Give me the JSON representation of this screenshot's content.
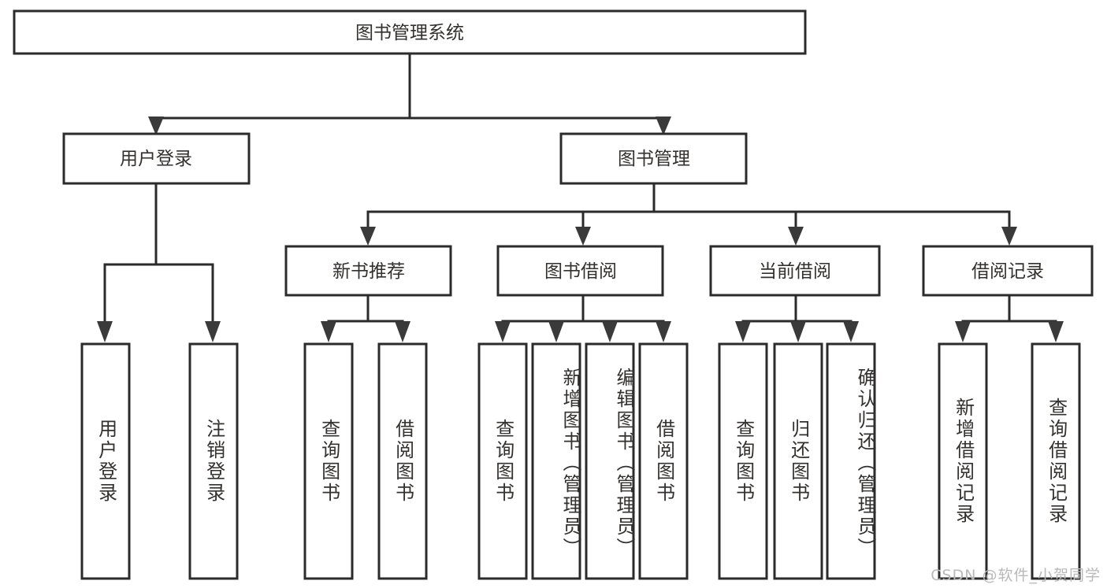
{
  "diagram": {
    "type": "tree-hierarchy-chart",
    "title": "图书管理系统",
    "root": {
      "id": "root",
      "label": "图书管理系统",
      "orientation": "horizontal"
    },
    "level1": [
      {
        "id": "user-login",
        "label": "用户登录",
        "orientation": "horizontal"
      },
      {
        "id": "book-management",
        "label": "图书管理",
        "orientation": "horizontal"
      }
    ],
    "level2": [
      {
        "id": "new-book-recommend",
        "label": "新书推荐",
        "parent": "book-management",
        "orientation": "horizontal"
      },
      {
        "id": "book-borrow",
        "label": "图书借阅",
        "parent": "book-management",
        "orientation": "horizontal"
      },
      {
        "id": "current-borrow",
        "label": "当前借阅",
        "parent": "book-management",
        "orientation": "horizontal"
      },
      {
        "id": "borrow-record",
        "label": "借阅记录",
        "parent": "book-management",
        "orientation": "horizontal"
      }
    ],
    "leaves": [
      {
        "id": "leaf-user-login",
        "label": "用户登录",
        "parent": "user-login",
        "orientation": "vertical"
      },
      {
        "id": "leaf-logout-login",
        "label": "注销登录",
        "parent": "user-login",
        "orientation": "vertical"
      },
      {
        "id": "leaf-query-book-1",
        "label": "查询图书",
        "parent": "new-book-recommend",
        "orientation": "vertical"
      },
      {
        "id": "leaf-borrow-book-1",
        "label": "借阅图书",
        "parent": "new-book-recommend",
        "orientation": "vertical"
      },
      {
        "id": "leaf-query-book-2",
        "label": "查询图书",
        "parent": "book-borrow",
        "orientation": "vertical"
      },
      {
        "id": "leaf-add-book",
        "label": "新增图书（管理员）",
        "parent": "book-borrow",
        "orientation": "vertical"
      },
      {
        "id": "leaf-edit-book",
        "label": "编辑图书（管理员）",
        "parent": "book-borrow",
        "orientation": "vertical"
      },
      {
        "id": "leaf-borrow-book-2",
        "label": "借阅图书",
        "parent": "book-borrow",
        "orientation": "vertical"
      },
      {
        "id": "leaf-query-book-3",
        "label": "查询图书",
        "parent": "current-borrow",
        "orientation": "vertical"
      },
      {
        "id": "leaf-return-book",
        "label": "归还图书",
        "parent": "current-borrow",
        "orientation": "vertical"
      },
      {
        "id": "leaf-confirm-return",
        "label": "确认归还（管理员）",
        "parent": "current-borrow",
        "orientation": "vertical"
      },
      {
        "id": "leaf-add-record",
        "label": "新增借阅记录",
        "parent": "borrow-record",
        "orientation": "vertical"
      },
      {
        "id": "leaf-query-record",
        "label": "查询借阅记录",
        "parent": "borrow-record",
        "orientation": "vertical"
      }
    ],
    "colors": {
      "box_stroke": "#2b2b2b",
      "box_fill": "#ffffff",
      "text": "#33312f",
      "connector": "#2b2b2b",
      "watermark": "#b9b9b9",
      "background": "#ffffff"
    }
  },
  "watermark": {
    "text": "CSDN @软件_小贺同学"
  }
}
